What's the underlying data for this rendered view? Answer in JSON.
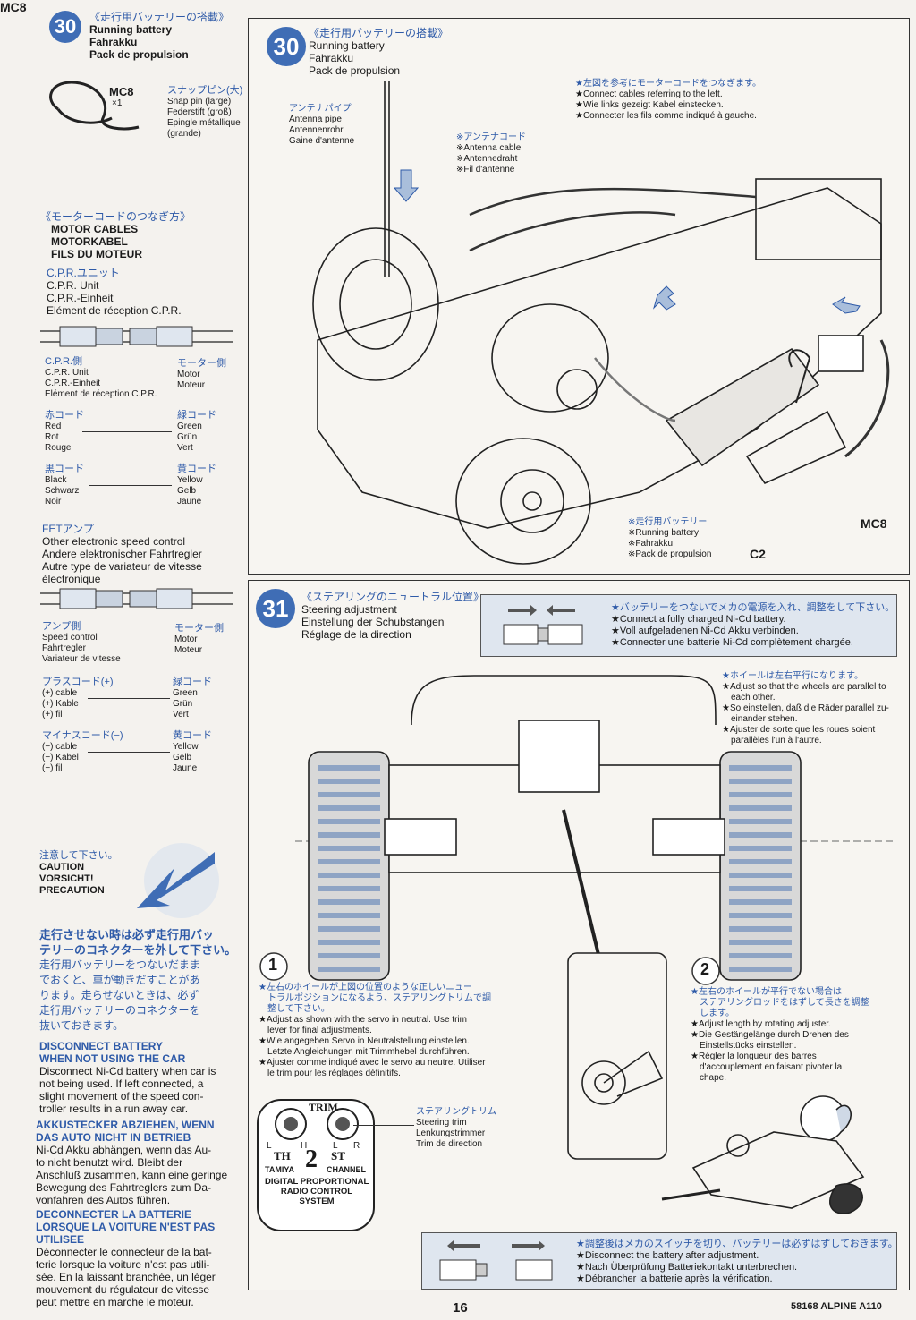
{
  "left": {
    "step30": {
      "number": "30",
      "title_jp": "《走行用バッテリーの搭載》",
      "title_en": "Running battery",
      "title_de": "Fahrakku",
      "title_fr": "Pack de propulsion",
      "part_code": "MC8",
      "part_qty": "×1",
      "part_jp": "スナップピン(大)",
      "part_en": "Snap pin (large)",
      "part_de": "Federstift (groß)",
      "part_fr": "Epingle métallique",
      "part_fr2": "(grande)"
    },
    "motor_cables": {
      "title_jp": "《モーターコードのつなぎ方》",
      "title_en": "MOTOR CABLES",
      "title_de": "MOTORKABEL",
      "title_fr": "FILS DU MOTEUR",
      "cpr_jp": "C.P.R.ユニット",
      "cpr_en": "C.P.R. Unit",
      "cpr_de": "C.P.R.-Einheit",
      "cpr_fr": "Elément de réception C.P.R.",
      "cpr_side_jp": "C.P.R.側",
      "cpr_side_en": "C.P.R. Unit",
      "cpr_side_de": "C.P.R.-Einheit",
      "cpr_side_fr": "Elément de réception C.P.R.",
      "motor_side_jp": "モーター側",
      "motor_side_en": "Motor",
      "motor_side_fr": "Moteur",
      "red_jp": "赤コード",
      "red_en": "Red",
      "red_de": "Rot",
      "red_fr": "Rouge",
      "green_jp": "緑コード",
      "green_en": "Green",
      "green_de": "Grün",
      "green_fr": "Vert",
      "black_jp": "黒コード",
      "black_en": "Black",
      "black_de": "Schwarz",
      "black_fr": "Noir",
      "yellow_jp": "黄コード",
      "yellow_en": "Yellow",
      "yellow_de": "Gelb",
      "yellow_fr": "Jaune",
      "fet_jp": "FETアンプ",
      "fet_en": "Other electronic speed control",
      "fet_de": "Andere elektronischer Fahrtregler",
      "fet_fr": "Autre type de variateur de vitesse",
      "fet_fr2": "électronique",
      "amp_side_jp": "アンプ側",
      "amp_side_en": "Speed control",
      "amp_side_de": "Fahrtregler",
      "amp_side_fr": "Variateur de vitesse",
      "motor_side2_jp": "モーター側",
      "motor_side2_en": "Motor",
      "motor_side2_fr": "Moteur",
      "plus_jp": "プラスコード(+)",
      "plus_en": "(+) cable",
      "plus_de": "(+) Kable",
      "plus_fr": "(+) fil",
      "green2_jp": "緑コード",
      "green2_en": "Green",
      "green2_de": "Grün",
      "green2_fr": "Vert",
      "minus_jp": "マイナスコード(−)",
      "minus_en": "(−) cable",
      "minus_de": "(−) Kabel",
      "minus_fr": "(−) fil",
      "yellow2_jp": "黄コード",
      "yellow2_en": "Yellow",
      "yellow2_de": "Gelb",
      "yellow2_fr": "Jaune"
    },
    "caution": {
      "jp": "注意して下さい。",
      "en": "CAUTION",
      "de": "VORSICHT!",
      "fr": "PRECAUTION",
      "heading_jp1": "走行させない時は必ず走行用バッ",
      "heading_jp2": "テリーのコネクターを外して下さい。",
      "body_jp1": "走行用バッテリーをつないだまま",
      "body_jp2": "でおくと、車が動きだすことがあ",
      "body_jp3": "ります。走らせないときは、必ず",
      "body_jp4": "走行用バッテリーのコネクターを",
      "body_jp5": "抜いておきます。",
      "en_h1": "DISCONNECT BATTERY",
      "en_h2": "WHEN NOT USING THE CAR",
      "en_b1": "Disconnect Ni-Cd battery when car is",
      "en_b2": "not being used. If left connected, a",
      "en_b3": "slight movement of the speed con-",
      "en_b4": "troller results in a run away car.",
      "de_h1": "AKKUSTECKER ABZIEHEN, WENN",
      "de_h2": "DAS AUTO NICHT IN BETRIEB",
      "de_b1": "Ni-Cd Akku abhängen, wenn das Au-",
      "de_b2": "to nicht benutzt wird. Bleibt der",
      "de_b3": "Anschluß zusammen, kann eine geringe",
      "de_b4": "Bewegung des Fahrtreglers zum Da-",
      "de_b5": "vonfahren des Autos führen.",
      "fr_h1": "DECONNECTER LA BATTERIE",
      "fr_h2": "LORSQUE LA VOITURE N'EST PAS",
      "fr_h3": "UTILISEE",
      "fr_b1": "Déconnecter le connecteur de la bat-",
      "fr_b2": "terie lorsque la voiture n'est pas utili-",
      "fr_b3": "sée. En la laissant branchée, un léger",
      "fr_b4": "mouvement du régulateur de vitesse",
      "fr_b5": "peut mettre en marche le moteur."
    }
  },
  "step30_panel": {
    "number": "30",
    "title_jp": "《走行用バッテリーの搭載》",
    "title_en": "Running battery",
    "title_de": "Fahrakku",
    "title_fr": "Pack de propulsion",
    "note_jp": "★左図を参考にモーターコードをつなぎます。",
    "note_en": "★Connect cables referring to the left.",
    "note_de": "★Wie links gezeigt Kabel einstecken.",
    "note_fr": "★Connecter les fils comme indiqué à gauche.",
    "antenna_pipe_jp": "アンテナパイプ",
    "antenna_pipe_en": "Antenna pipe",
    "antenna_pipe_de": "Antennenrohr",
    "antenna_pipe_fr": "Gaine d'antenne",
    "antenna_cable_jp": "※アンテナコード",
    "antenna_cable_en": "※Antenna cable",
    "antenna_cable_de": "※Antennedraht",
    "antenna_cable_fr": "※Fil d'antenne",
    "battery_jp": "※走行用バッテリー",
    "battery_en": "※Running battery",
    "battery_de": "※Fahrakku",
    "battery_fr": "※Pack de propulsion",
    "label_mc8": "MC8",
    "label_c2": "C2"
  },
  "step31_panel": {
    "number": "31",
    "title_jp": "《ステアリングのニュートラル位置》",
    "title_en": "Steering adjustment",
    "title_de": "Einstellung der Schubstangen",
    "title_fr": "Réglage de la direction",
    "box1_jp": "★バッテリーをつないでメカの電源を入れ、調整をして下さい。",
    "box1_en": "★Connect a fully charged Ni-Cd battery.",
    "box1_de": "★Voll aufgeladenen Ni-Cd Akku verbinden.",
    "box1_fr": "★Connecter une batterie Ni-Cd complètement chargée.",
    "wheels_jp": "★ホイールは左右平行になります。",
    "wheels_en1": "★Adjust so that the wheels are parallel to",
    "wheels_en2": "each other.",
    "wheels_de1": "★So einstellen, daß die Räder parallel zu-",
    "wheels_de2": "einander stehen.",
    "wheels_fr1": "★Ajuster de sorte que les roues soient",
    "wheels_fr2": "parallèles l'un à l'autre.",
    "step1_num": "1",
    "step1_jp1": "★左右のホイールが上図の位置のような正しいニュー",
    "step1_jp2": "トラルポジションになるよう、ステアリングトリムで調",
    "step1_jp3": "整して下さい。",
    "step1_en1": "★Adjust as shown with the servo in neutral. Use trim",
    "step1_en2": "lever for final adjustments.",
    "step1_de1": "★Wie angegeben Servo in Neutralstellung einstellen.",
    "step1_de2": "Letzte Angleichungen mit Trimmhebel durchführen.",
    "step1_fr1": "★Ajuster comme indiqué avec le servo au neutre. Utiliser",
    "step1_fr2": "le trim pour les réglages définitifs.",
    "step2_num": "2",
    "step2_jp1": "★左右のホイールが平行でない場合は",
    "step2_jp2": "ステアリングロッドをはずして長さを調整",
    "step2_jp3": "します。",
    "step2_en": "★Adjust length by rotating adjuster.",
    "step2_de1": "★Die Gestängelänge durch Drehen des",
    "step2_de2": "Einstellstücks einstellen.",
    "step2_fr1": "★Régler la longueur des barres",
    "step2_fr2": "d'accouplement en faisant pivoter la",
    "step2_fr3": "chape.",
    "trim_jp": "ステアリングトリム",
    "trim_en": "Steering trim",
    "trim_de": "Lenkungstrimmer",
    "trim_fr": "Trim de direction",
    "radio_trim": "TRIM",
    "radio_th": "TH",
    "radio_st": "ST",
    "radio_l1": "L",
    "radio_h": "H",
    "radio_l2": "L",
    "radio_r": "R",
    "radio_brand": "TAMIYA",
    "radio_2": "2",
    "radio_channel": "CHANNEL",
    "radio_line1": "DIGITAL PROPORTIONAL",
    "radio_line2": "RADIO CONTROL",
    "radio_line3": "SYSTEM",
    "box2_jp": "★調整後はメカのスイッチを切り、バッテリーは必ずはずしておきます。",
    "box2_en": "★Disconnect the battery after adjustment.",
    "box2_de": "★Nach Überprüfung Batteriekontakt unterbrechen.",
    "box2_fr": "★Débrancher la batterie après la vérification."
  },
  "footer": {
    "page_number": "16",
    "model": "58168 ALPINE A110"
  },
  "colors": {
    "accent": "#3f6db5",
    "infobox": "#dfe6ef"
  }
}
